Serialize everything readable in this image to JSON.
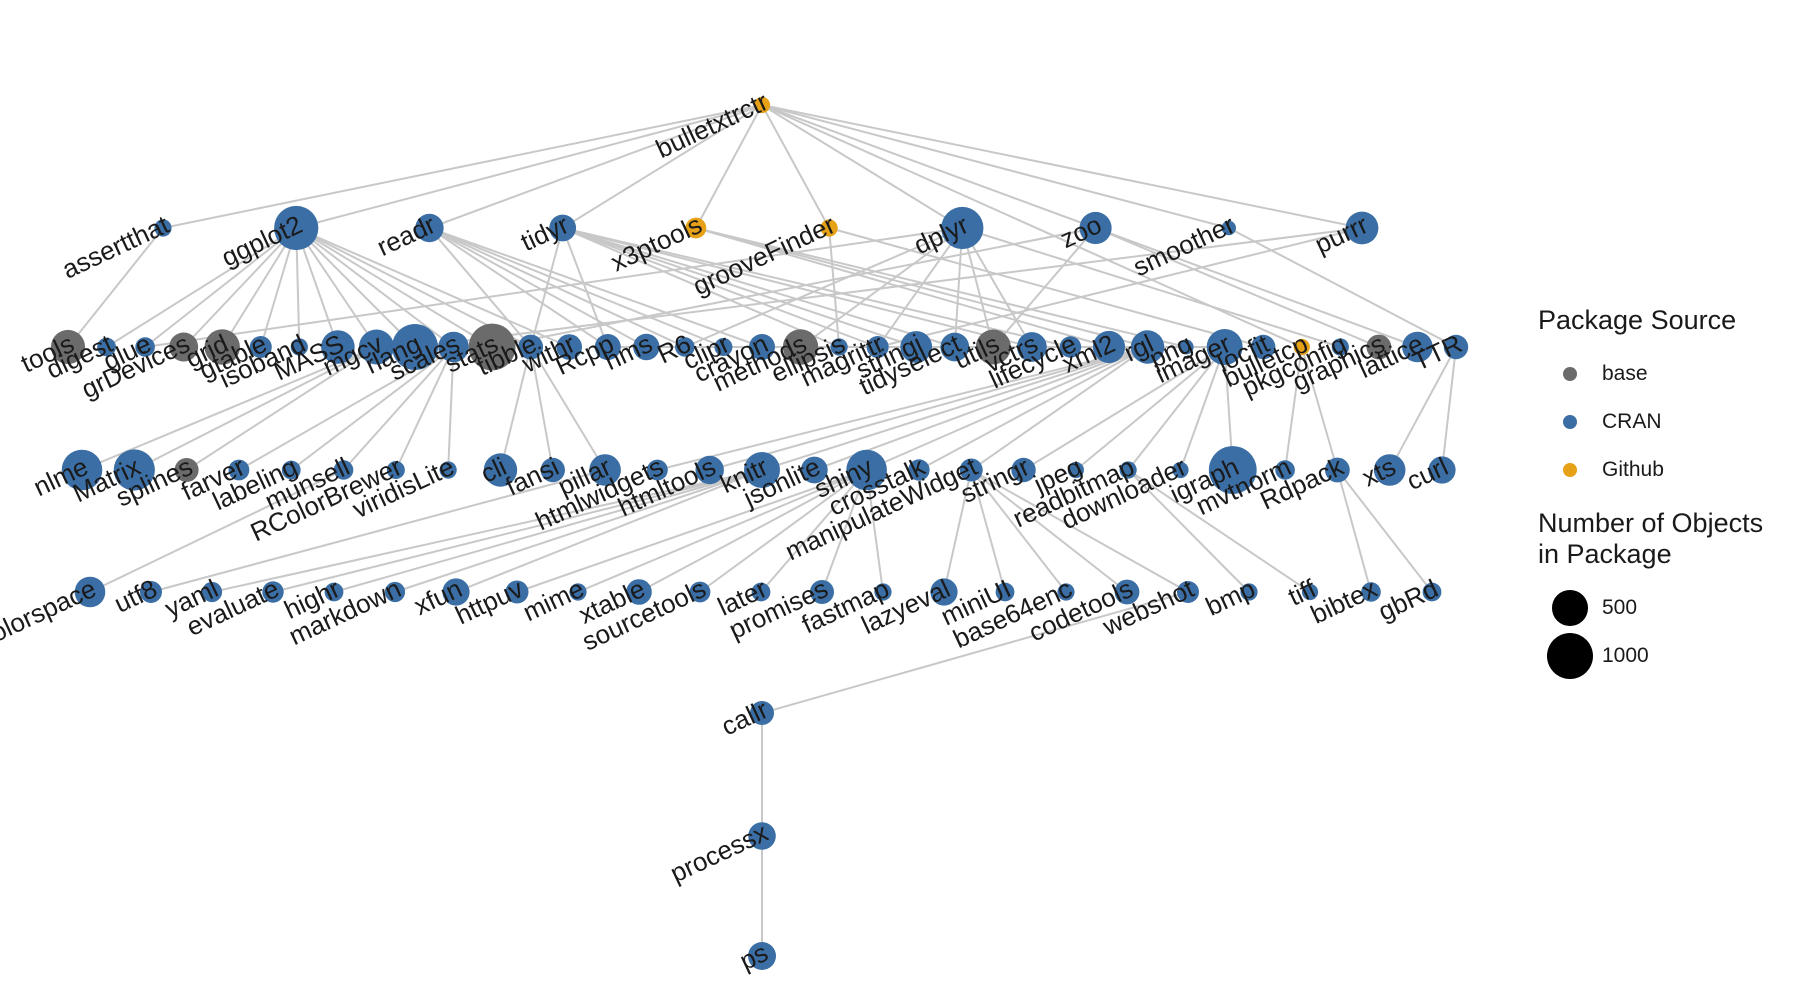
{
  "colors": {
    "base": "#6b6b6b",
    "CRAN": "#3a6ea5",
    "Github": "#e6a117",
    "edge": "#c8c8c8"
  },
  "legend": {
    "source_title": "Package Source",
    "sources": [
      {
        "label": "base",
        "key": "base"
      },
      {
        "label": "CRAN",
        "key": "CRAN"
      },
      {
        "label": "Github",
        "key": "Github"
      }
    ],
    "size_title_1": "Number of Objects",
    "size_title_2": "in Package",
    "sizes": [
      {
        "label": "500",
        "value": 500
      },
      {
        "label": "1000",
        "value": 1000
      }
    ]
  },
  "nodes": [
    {
      "id": "bulletxtrctr",
      "label": "bulletxtrctr",
      "source": "Github",
      "objects": 30,
      "level": 0
    },
    {
      "id": "assertthat",
      "label": "assertthat",
      "source": "CRAN",
      "objects": 40,
      "level": 1
    },
    {
      "id": "ggplot2",
      "label": "ggplot2",
      "source": "CRAN",
      "objects": 900,
      "level": 1
    },
    {
      "id": "readr",
      "label": "readr",
      "source": "CRAN",
      "objects": 260,
      "level": 1
    },
    {
      "id": "tidyr",
      "label": "tidyr",
      "source": "CRAN",
      "objects": 220,
      "level": 1
    },
    {
      "id": "x3ptools",
      "label": "x3ptools",
      "source": "Github",
      "objects": 90,
      "level": 1
    },
    {
      "id": "grooveFinder",
      "label": "grooveFinder",
      "source": "Github",
      "objects": 40,
      "level": 1
    },
    {
      "id": "dplyr",
      "label": "dplyr",
      "source": "CRAN",
      "objects": 800,
      "level": 1
    },
    {
      "id": "zoo",
      "label": "zoo",
      "source": "CRAN",
      "objects": 380,
      "level": 1
    },
    {
      "id": "smoother",
      "label": "smoother",
      "source": "CRAN",
      "objects": 15,
      "level": 1
    },
    {
      "id": "purrr",
      "label": "purrr",
      "source": "CRAN",
      "objects": 400,
      "level": 1
    },
    {
      "id": "tools",
      "label": "tools",
      "source": "base",
      "objects": 450,
      "level": 2
    },
    {
      "id": "digest",
      "label": "digest",
      "source": "CRAN",
      "objects": 60,
      "level": 2
    },
    {
      "id": "glue",
      "label": "glue",
      "source": "CRAN",
      "objects": 70,
      "level": 2
    },
    {
      "id": "grDevices",
      "label": "grDevices",
      "source": "base",
      "objects": 280,
      "level": 2
    },
    {
      "id": "grid",
      "label": "grid",
      "source": "base",
      "objects": 500,
      "level": 2
    },
    {
      "id": "gtable",
      "label": "gtable",
      "source": "CRAN",
      "objects": 110,
      "level": 2
    },
    {
      "id": "isoband",
      "label": "isoband",
      "source": "CRAN",
      "objects": 40,
      "level": 2
    },
    {
      "id": "MASS",
      "label": "MASS",
      "source": "CRAN",
      "objects": 430,
      "level": 2
    },
    {
      "id": "mgcv",
      "label": "mgcv",
      "source": "CRAN",
      "objects": 480,
      "level": 2
    },
    {
      "id": "rlang",
      "label": "rlang",
      "source": "CRAN",
      "objects": 1000,
      "level": 2
    },
    {
      "id": "scales",
      "label": "scales",
      "source": "CRAN",
      "objects": 330,
      "level": 2
    },
    {
      "id": "stats",
      "label": "stats",
      "source": "base",
      "objects": 1050,
      "level": 2
    },
    {
      "id": "tibble",
      "label": "tibble",
      "source": "CRAN",
      "objects": 170,
      "level": 2
    },
    {
      "id": "withr",
      "label": "withr",
      "source": "CRAN",
      "objects": 190,
      "level": 2
    },
    {
      "id": "Rcpp",
      "label": "Rcpp",
      "source": "CRAN",
      "objects": 200,
      "level": 2
    },
    {
      "id": "hms",
      "label": "hms",
      "source": "CRAN",
      "objects": 210,
      "level": 2
    },
    {
      "id": "R6",
      "label": "R6",
      "source": "CRAN",
      "objects": 70,
      "level": 2
    },
    {
      "id": "clipr",
      "label": "clipr",
      "source": "CRAN",
      "objects": 50,
      "level": 2
    },
    {
      "id": "crayon",
      "label": "crayon",
      "source": "CRAN",
      "objects": 200,
      "level": 2
    },
    {
      "id": "methods",
      "label": "methods",
      "source": "base",
      "objects": 500,
      "level": 2
    },
    {
      "id": "ellipsis",
      "label": "ellipsis",
      "source": "CRAN",
      "objects": 40,
      "level": 2
    },
    {
      "id": "magrittr",
      "label": "magrittr",
      "source": "CRAN",
      "objects": 110,
      "level": 2
    },
    {
      "id": "stringi",
      "label": "stringi",
      "source": "CRAN",
      "objects": 370,
      "level": 2
    },
    {
      "id": "tidyselect",
      "label": "tidyselect",
      "source": "CRAN",
      "objects": 270,
      "level": 2
    },
    {
      "id": "utils",
      "label": "utils",
      "source": "base",
      "objects": 480,
      "level": 2
    },
    {
      "id": "vctrs",
      "label": "vctrs",
      "source": "CRAN",
      "objects": 300,
      "level": 2
    },
    {
      "id": "lifecycle",
      "label": "lifecycle",
      "source": "CRAN",
      "objects": 100,
      "level": 2
    },
    {
      "id": "xml2",
      "label": "xml2",
      "source": "CRAN",
      "objects": 380,
      "level": 2
    },
    {
      "id": "rgl",
      "label": "rgl",
      "source": "CRAN",
      "objects": 420,
      "level": 2
    },
    {
      "id": "png",
      "label": "png",
      "source": "CRAN",
      "objects": 20,
      "level": 2
    },
    {
      "id": "imager",
      "label": "imager",
      "source": "CRAN",
      "objects": 520,
      "level": 2
    },
    {
      "id": "locfit",
      "label": "locfit",
      "source": "CRAN",
      "objects": 160,
      "level": 2
    },
    {
      "id": "bulletcp",
      "label": "bulletcp",
      "source": "Github",
      "objects": 30,
      "level": 2
    },
    {
      "id": "pkgconfig",
      "label": "pkgconfig",
      "source": "CRAN",
      "objects": 40,
      "level": 2
    },
    {
      "id": "graphics",
      "label": "graphics",
      "source": "base",
      "objects": 170,
      "level": 2
    },
    {
      "id": "lattice",
      "label": "lattice",
      "source": "CRAN",
      "objects": 330,
      "level": 2
    },
    {
      "id": "TTR",
      "label": "TTR",
      "source": "CRAN",
      "objects": 160,
      "level": 2
    },
    {
      "id": "nlme",
      "label": "nlme",
      "source": "CRAN",
      "objects": 720,
      "level": 3
    },
    {
      "id": "Matrix",
      "label": "Matrix",
      "source": "CRAN",
      "objects": 750,
      "level": 3
    },
    {
      "id": "splines",
      "label": "splines",
      "source": "base",
      "objects": 150,
      "level": 3
    },
    {
      "id": "farver",
      "label": "farver",
      "source": "CRAN",
      "objects": 90,
      "level": 3
    },
    {
      "id": "labeling",
      "label": "labeling",
      "source": "CRAN",
      "objects": 60,
      "level": 3
    },
    {
      "id": "munsell",
      "label": "munsell",
      "source": "CRAN",
      "objects": 70,
      "level": 3
    },
    {
      "id": "RColorBrewer",
      "label": "RColorBrewer",
      "source": "CRAN",
      "objects": 50,
      "level": 3
    },
    {
      "id": "viridisLite",
      "label": "viridisLite",
      "source": "CRAN",
      "objects": 40,
      "level": 3
    },
    {
      "id": "cli",
      "label": "cli",
      "source": "CRAN",
      "objects": 420,
      "level": 3
    },
    {
      "id": "fansi",
      "label": "fansi",
      "source": "CRAN",
      "objects": 160,
      "level": 3
    },
    {
      "id": "pillar",
      "label": "pillar",
      "source": "CRAN",
      "objects": 360,
      "level": 3
    },
    {
      "id": "htmlwidgets",
      "label": "htmlwidgets",
      "source": "CRAN",
      "objects": 90,
      "level": 3
    },
    {
      "id": "htmltools",
      "label": "htmltools",
      "source": "CRAN",
      "objects": 260,
      "level": 3
    },
    {
      "id": "knitr",
      "label": "knitr",
      "source": "CRAN",
      "objects": 520,
      "level": 3
    },
    {
      "id": "jsonlite",
      "label": "jsonlite",
      "source": "CRAN",
      "objects": 220,
      "level": 3
    },
    {
      "id": "shiny",
      "label": "shiny",
      "source": "CRAN",
      "objects": 720,
      "level": 3
    },
    {
      "id": "crosstalk",
      "label": "crosstalk",
      "source": "CRAN",
      "objects": 100,
      "level": 3
    },
    {
      "id": "manipulateWidget",
      "label": "manipulateWidget",
      "source": "CRAN",
      "objects": 130,
      "level": 3
    },
    {
      "id": "stringr",
      "label": "stringr",
      "source": "CRAN",
      "objects": 160,
      "level": 3
    },
    {
      "id": "jpeg",
      "label": "jpeg",
      "source": "CRAN",
      "objects": 30,
      "level": 3
    },
    {
      "id": "readbitmap",
      "label": "readbitmap",
      "source": "CRAN",
      "objects": 40,
      "level": 3
    },
    {
      "id": "downloader",
      "label": "downloader",
      "source": "CRAN",
      "objects": 30,
      "level": 3
    },
    {
      "id": "igraph",
      "label": "igraph",
      "source": "CRAN",
      "objects": 1100,
      "level": 3
    },
    {
      "id": "mvtnorm",
      "label": "mvtnorm",
      "source": "CRAN",
      "objects": 70,
      "level": 3
    },
    {
      "id": "Rdpack",
      "label": "Rdpack",
      "source": "CRAN",
      "objects": 170,
      "level": 3
    },
    {
      "id": "xts",
      "label": "xts",
      "source": "CRAN",
      "objects": 360,
      "level": 3
    },
    {
      "id": "curl",
      "label": "curl",
      "source": "CRAN",
      "objects": 230,
      "level": 3
    },
    {
      "id": "colorspace",
      "label": "colorspace",
      "source": "CRAN",
      "objects": 330,
      "level": 4
    },
    {
      "id": "utf8",
      "label": "utf8",
      "source": "CRAN",
      "objects": 110,
      "level": 4
    },
    {
      "id": "yaml",
      "label": "yaml",
      "source": "CRAN",
      "objects": 80,
      "level": 4
    },
    {
      "id": "evaluate",
      "label": "evaluate",
      "source": "CRAN",
      "objects": 100,
      "level": 4
    },
    {
      "id": "highr",
      "label": "highr",
      "source": "CRAN",
      "objects": 60,
      "level": 4
    },
    {
      "id": "markdown",
      "label": "markdown",
      "source": "CRAN",
      "objects": 80,
      "level": 4
    },
    {
      "id": "xfun",
      "label": "xfun",
      "source": "CRAN",
      "objects": 230,
      "level": 4
    },
    {
      "id": "httpuv",
      "label": "httpuv",
      "source": "CRAN",
      "objects": 130,
      "level": 4
    },
    {
      "id": "mime",
      "label": "mime",
      "source": "CRAN",
      "objects": 40,
      "level": 4
    },
    {
      "id": "xtable",
      "label": "xtable",
      "source": "CRAN",
      "objects": 190,
      "level": 4
    },
    {
      "id": "sourcetools",
      "label": "sourcetools",
      "source": "CRAN",
      "objects": 90,
      "level": 4
    },
    {
      "id": "later",
      "label": "later",
      "source": "CRAN",
      "objects": 60,
      "level": 4
    },
    {
      "id": "promises",
      "label": "promises",
      "source": "CRAN",
      "objects": 150,
      "level": 4
    },
    {
      "id": "fastmap",
      "label": "fastmap",
      "source": "CRAN",
      "objects": 40,
      "level": 4
    },
    {
      "id": "lazyeval",
      "label": "lazyeval",
      "source": "CRAN",
      "objects": 230,
      "level": 4
    },
    {
      "id": "miniUI",
      "label": "miniUI",
      "source": "CRAN",
      "objects": 60,
      "level": 4
    },
    {
      "id": "base64enc",
      "label": "base64enc",
      "source": "CRAN",
      "objects": 40,
      "level": 4
    },
    {
      "id": "codetools",
      "label": "codetools",
      "source": "CRAN",
      "objects": 170,
      "level": 4
    },
    {
      "id": "webshot",
      "label": "webshot",
      "source": "CRAN",
      "objects": 110,
      "level": 4
    },
    {
      "id": "bmp",
      "label": "bmp",
      "source": "CRAN",
      "objects": 40,
      "level": 4
    },
    {
      "id": "tiff",
      "label": "tiff",
      "source": "CRAN",
      "objects": 30,
      "level": 4
    },
    {
      "id": "bibtex",
      "label": "bibtex",
      "source": "CRAN",
      "objects": 70,
      "level": 4
    },
    {
      "id": "gbRd",
      "label": "gbRd",
      "source": "CRAN",
      "objects": 60,
      "level": 4
    },
    {
      "id": "callr",
      "label": "callr",
      "source": "CRAN",
      "objects": 150,
      "level": 5
    },
    {
      "id": "processx",
      "label": "processx",
      "source": "CRAN",
      "objects": 240,
      "level": 6
    },
    {
      "id": "ps",
      "label": "ps",
      "source": "CRAN",
      "objects": 250,
      "level": 7
    }
  ],
  "edges": [
    [
      "bulletxtrctr",
      "assertthat"
    ],
    [
      "bulletxtrctr",
      "ggplot2"
    ],
    [
      "bulletxtrctr",
      "x3ptools"
    ],
    [
      "bulletxtrctr",
      "grooveFinder"
    ],
    [
      "bulletxtrctr",
      "dplyr"
    ],
    [
      "bulletxtrctr",
      "zoo"
    ],
    [
      "bulletxtrctr",
      "smoother"
    ],
    [
      "bulletxtrctr",
      "purrr"
    ],
    [
      "bulletxtrctr",
      "tidyr"
    ],
    [
      "bulletxtrctr",
      "readr"
    ],
    [
      "bulletxtrctr",
      "bulletcp"
    ],
    [
      "assertthat",
      "tools"
    ],
    [
      "ggplot2",
      "digest"
    ],
    [
      "ggplot2",
      "glue"
    ],
    [
      "ggplot2",
      "grDevices"
    ],
    [
      "ggplot2",
      "grid"
    ],
    [
      "ggplot2",
      "gtable"
    ],
    [
      "ggplot2",
      "isoband"
    ],
    [
      "ggplot2",
      "MASS"
    ],
    [
      "ggplot2",
      "mgcv"
    ],
    [
      "ggplot2",
      "rlang"
    ],
    [
      "ggplot2",
      "scales"
    ],
    [
      "ggplot2",
      "stats"
    ],
    [
      "ggplot2",
      "tibble"
    ],
    [
      "ggplot2",
      "withr"
    ],
    [
      "readr",
      "Rcpp"
    ],
    [
      "readr",
      "hms"
    ],
    [
      "readr",
      "R6"
    ],
    [
      "readr",
      "clipr"
    ],
    [
      "readr",
      "crayon"
    ],
    [
      "readr",
      "tibble"
    ],
    [
      "tidyr",
      "tibble"
    ],
    [
      "tidyr",
      "ellipsis"
    ],
    [
      "tidyr",
      "magrittr"
    ],
    [
      "tidyr",
      "stringi"
    ],
    [
      "tidyr",
      "tidyselect"
    ],
    [
      "tidyr",
      "vctrs"
    ],
    [
      "tidyr",
      "lifecycle"
    ],
    [
      "tidyr",
      "Rcpp"
    ],
    [
      "x3ptools",
      "xml2"
    ],
    [
      "x3ptools",
      "rgl"
    ],
    [
      "x3ptools",
      "png"
    ],
    [
      "grooveFinder",
      "ellipsis"
    ],
    [
      "grooveFinder",
      "locfit"
    ],
    [
      "dplyr",
      "tidyselect"
    ],
    [
      "dplyr",
      "utils"
    ],
    [
      "dplyr",
      "methods"
    ],
    [
      "dplyr",
      "R6"
    ],
    [
      "dplyr",
      "glue"
    ],
    [
      "dplyr",
      "magrittr"
    ],
    [
      "dplyr",
      "vctrs"
    ],
    [
      "dplyr",
      "pkgconfig"
    ],
    [
      "zoo",
      "lattice"
    ],
    [
      "zoo",
      "graphics"
    ],
    [
      "zoo",
      "stats"
    ],
    [
      "zoo",
      "utils"
    ],
    [
      "smoother",
      "TTR"
    ],
    [
      "purrr",
      "magrittr"
    ],
    [
      "purrr",
      "rlang"
    ],
    [
      "mgcv",
      "nlme"
    ],
    [
      "mgcv",
      "Matrix"
    ],
    [
      "mgcv",
      "splines"
    ],
    [
      "scales",
      "farver"
    ],
    [
      "scales",
      "labeling"
    ],
    [
      "scales",
      "munsell"
    ],
    [
      "scales",
      "RColorBrewer"
    ],
    [
      "scales",
      "viridisLite"
    ],
    [
      "tibble",
      "cli"
    ],
    [
      "tibble",
      "fansi"
    ],
    [
      "tibble",
      "pillar"
    ],
    [
      "rgl",
      "htmlwidgets"
    ],
    [
      "rgl",
      "htmltools"
    ],
    [
      "rgl",
      "knitr"
    ],
    [
      "rgl",
      "jsonlite"
    ],
    [
      "rgl",
      "shiny"
    ],
    [
      "rgl",
      "crosstalk"
    ],
    [
      "rgl",
      "manipulateWidget"
    ],
    [
      "imager",
      "stringr"
    ],
    [
      "imager",
      "jpeg"
    ],
    [
      "imager",
      "readbitmap"
    ],
    [
      "imager",
      "downloader"
    ],
    [
      "imager",
      "igraph"
    ],
    [
      "imager",
      "Rcpp"
    ],
    [
      "bulletcp",
      "mvtnorm"
    ],
    [
      "bulletcp",
      "Rdpack"
    ],
    [
      "TTR",
      "xts"
    ],
    [
      "TTR",
      "curl"
    ],
    [
      "munsell",
      "colorspace"
    ],
    [
      "pillar",
      "utf8"
    ],
    [
      "knitr",
      "yaml"
    ],
    [
      "knitr",
      "evaluate"
    ],
    [
      "knitr",
      "highr"
    ],
    [
      "knitr",
      "markdown"
    ],
    [
      "knitr",
      "xfun"
    ],
    [
      "shiny",
      "httpuv"
    ],
    [
      "shiny",
      "mime"
    ],
    [
      "shiny",
      "xtable"
    ],
    [
      "shiny",
      "sourcetools"
    ],
    [
      "shiny",
      "later"
    ],
    [
      "shiny",
      "promises"
    ],
    [
      "shiny",
      "fastmap"
    ],
    [
      "manipulateWidget",
      "lazyeval"
    ],
    [
      "manipulateWidget",
      "miniUI"
    ],
    [
      "manipulateWidget",
      "base64enc"
    ],
    [
      "manipulateWidget",
      "codetools"
    ],
    [
      "manipulateWidget",
      "webshot"
    ],
    [
      "readbitmap",
      "bmp"
    ],
    [
      "readbitmap",
      "tiff"
    ],
    [
      "Rdpack",
      "bibtex"
    ],
    [
      "Rdpack",
      "gbRd"
    ],
    [
      "webshot",
      "callr"
    ],
    [
      "callr",
      "processx"
    ],
    [
      "processx",
      "ps"
    ]
  ]
}
